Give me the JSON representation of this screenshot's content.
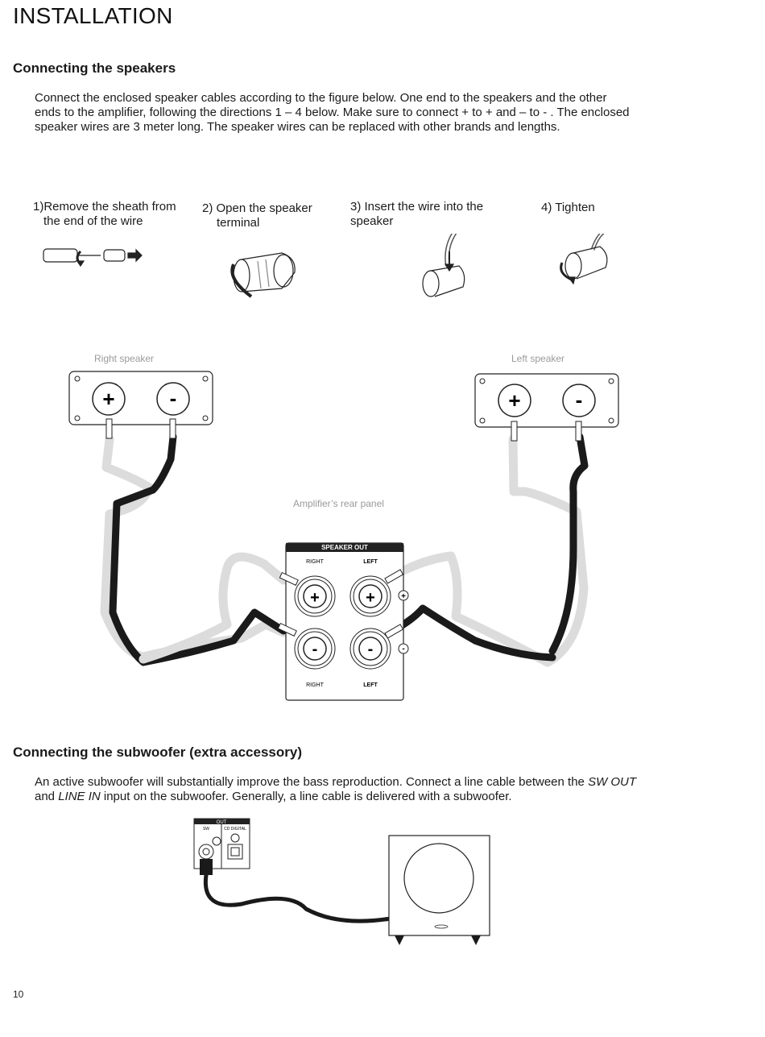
{
  "page_title": "INSTALLATION",
  "section1": {
    "heading": "Connecting the speakers",
    "paragraph_lines": [
      "Connect the enclosed speaker cables according to the figure below. One end to the speakers and the other",
      "ends to the amplifier, following the directions 1 – 4 below. Make sure to connect + to + and – to - . The enclosed",
      "speaker wires are 3 meter long. The speaker wires can be replaced with other brands and lengths."
    ]
  },
  "steps": [
    {
      "line1": "1)Remove the sheath from",
      "line2": "the end of the wire"
    },
    {
      "line1": "2) Open the speaker",
      "line2": "terminal"
    },
    {
      "line1": "3) Insert the wire into the",
      "line2": "speaker"
    },
    {
      "line1": "4) Tighten",
      "line2": ""
    }
  ],
  "diagram": {
    "right_speaker_label": "Right speaker",
    "left_speaker_label": "Left speaker",
    "amplifier_label": "Amplifier’s rear panel",
    "panel_header": "SPEAKER OUT",
    "col_right": "RIGHT",
    "col_left": "LEFT",
    "plus": "+",
    "minus": "-"
  },
  "section2": {
    "heading": "Connecting the subwoofer (extra accessory)",
    "line1_pre": "An active subwoofer will substantially improve the bass reproduction. Connect a line cable between the ",
    "line1_em": "SW OUT",
    "line2_pre": "and ",
    "line2_em": "LINE IN",
    "line2_post": " input on the subwoofer. Generally, a line cable is delivered with a subwoofer."
  },
  "sub_panel": {
    "out_label": "OUT",
    "sw_label": "SW",
    "cd_label": "CD DIGITAL"
  },
  "page_number": "10",
  "colors": {
    "wire_black": "#1a1a1a",
    "wire_gray": "#dcdcdc",
    "label_gray": "#9a9a9a"
  }
}
